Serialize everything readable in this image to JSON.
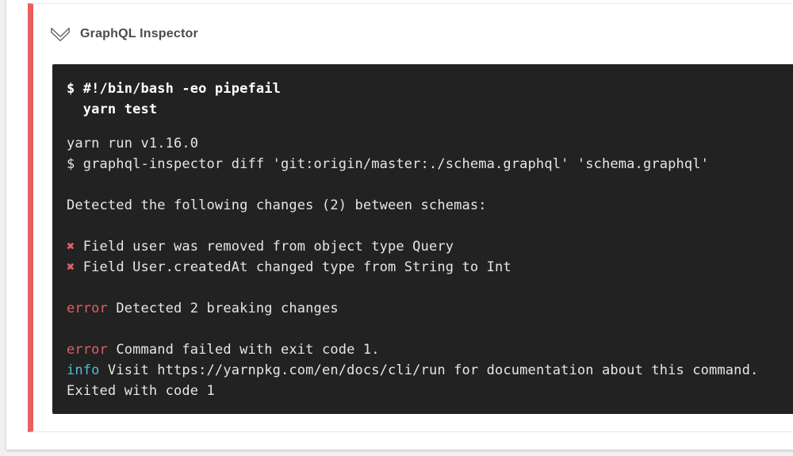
{
  "colors": {
    "page_bg": "#f0f0f0",
    "panel_bg": "#ffffff",
    "card_border": "#e7e7e7",
    "status_red": "#e95f5f",
    "terminal_bg": "#222222",
    "terminal_text": "#e8e6e2",
    "terminal_bold": "#ffffff",
    "error_red": "#e06060",
    "info_cyan": "#52bcd4",
    "title_gray": "#4b4b4b",
    "icon_gray": "#6e6e6e"
  },
  "header": {
    "title": "GraphQL Inspector",
    "chevron_icon": "double-chevron-down"
  },
  "terminal": {
    "command_lines": [
      {
        "segments": [
          {
            "text": "$ #!/bin/bash -eo pipefail"
          }
        ]
      },
      {
        "segments": [
          {
            "text": "  yarn test"
          }
        ]
      }
    ],
    "output_lines": [
      {
        "segments": [
          {
            "text": "yarn run v1.16.0"
          }
        ]
      },
      {
        "segments": [
          {
            "text": "$ graphql-inspector diff 'git:origin/master:./schema.graphql' 'schema.graphql'"
          }
        ]
      },
      {
        "segments": []
      },
      {
        "segments": [
          {
            "text": "Detected the following changes (2) between schemas:"
          }
        ]
      },
      {
        "segments": []
      },
      {
        "segments": [
          {
            "text": "✖",
            "color": "error_red"
          },
          {
            "text": " Field user was removed from object type Query"
          }
        ]
      },
      {
        "segments": [
          {
            "text": "✖",
            "color": "error_red"
          },
          {
            "text": " Field User.createdAt changed type from String to Int"
          }
        ]
      },
      {
        "segments": []
      },
      {
        "segments": [
          {
            "text": "error",
            "color": "error_red"
          },
          {
            "text": " Detected 2 breaking changes"
          }
        ]
      },
      {
        "segments": []
      },
      {
        "segments": [
          {
            "text": "error",
            "color": "error_red"
          },
          {
            "text": " Command failed with exit code 1."
          }
        ]
      },
      {
        "segments": [
          {
            "text": "info",
            "color": "info_cyan"
          },
          {
            "text": " Visit https://yarnpkg.com/en/docs/cli/run for documentation about this command."
          }
        ]
      },
      {
        "segments": [
          {
            "text": "Exited with code 1"
          }
        ]
      }
    ]
  }
}
